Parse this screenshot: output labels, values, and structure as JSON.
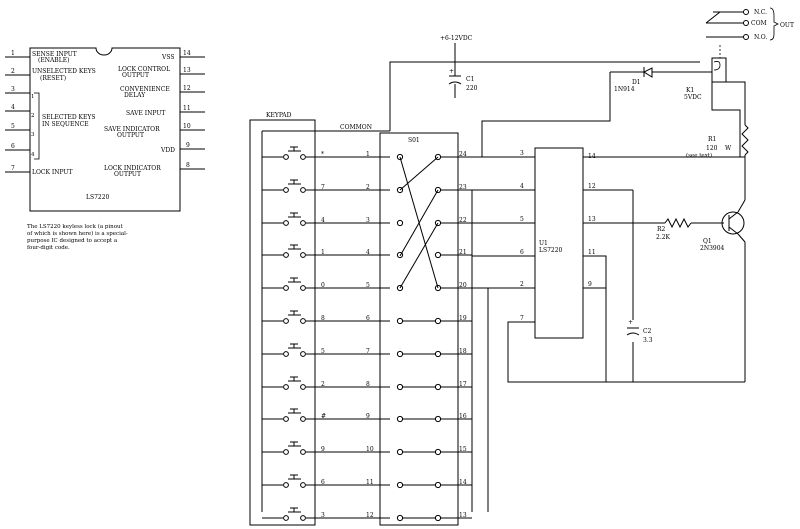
{
  "ic_pinout": {
    "notch": true,
    "part": "LS7220",
    "left_pins": [
      {
        "num": "1",
        "label": "SENSE INPUT",
        "sub": "(ENABLE)"
      },
      {
        "num": "2",
        "label": "UNSELECTED KEYS",
        "sub": "(RESET)"
      },
      {
        "num": "3",
        "label": "",
        "sub": ""
      },
      {
        "num": "4",
        "label": "",
        "sub": ""
      },
      {
        "num": "5",
        "label": "",
        "sub": ""
      },
      {
        "num": "6",
        "label": "",
        "sub": ""
      },
      {
        "num": "7",
        "label": "LOCK INPUT",
        "sub": ""
      }
    ],
    "selected_keys_label": "SELECTED KEYS",
    "selected_keys_sub": "IN SEQUENCE",
    "bracket_nums": [
      "1",
      "2",
      "3",
      "4"
    ],
    "right_pins": [
      {
        "num": "14",
        "label": "VSS",
        "sub": ""
      },
      {
        "num": "13",
        "label": "LOCK CONTROL",
        "sub": "OUTPUT"
      },
      {
        "num": "12",
        "label": "CONVENIENCE",
        "sub": "DELAY"
      },
      {
        "num": "11",
        "label": "SAVE INPUT",
        "sub": ""
      },
      {
        "num": "10",
        "label": "SAVE INDICATOR",
        "sub": "OUTPUT"
      },
      {
        "num": "9",
        "label": "VDD",
        "sub": ""
      },
      {
        "num": "8",
        "label": "LOCK INDICATOR",
        "sub": "OUTPUT"
      }
    ]
  },
  "caption": [
    "The LS7220 keyless lock (a pinout",
    "of which is shown here) is a special-",
    "purpose IC designed to accept a",
    "four-digit code."
  ],
  "keypad": {
    "title": "KEYPAD",
    "common_label": "COMMON",
    "keys": [
      "*",
      "7",
      "4",
      "1",
      "0",
      "8",
      "5",
      "2",
      "#",
      "9",
      "6",
      "3"
    ]
  },
  "switch": {
    "title": "S01",
    "left_pins": [
      "1",
      "2",
      "3",
      "4",
      "5",
      "6",
      "7",
      "8",
      "9",
      "10",
      "11",
      "12"
    ],
    "right_pins": [
      "24",
      "23",
      "22",
      "21",
      "20",
      "19",
      "18",
      "17",
      "16",
      "15",
      "14",
      "13"
    ]
  },
  "u1": {
    "ref": "U1",
    "part": "LS7220",
    "left_pins": [
      "3",
      "4",
      "5",
      "6",
      "2",
      "7"
    ],
    "right_pins": [
      "14",
      "12",
      "13",
      "11",
      "9"
    ]
  },
  "supply": {
    "label": "+6-12VDC"
  },
  "c1": {
    "ref": "C1",
    "value": "220"
  },
  "c2": {
    "ref": "C2",
    "value": "3.3"
  },
  "d1": {
    "ref": "D1",
    "part": "1N914"
  },
  "k1": {
    "ref": "K1",
    "value": "5VDC"
  },
  "r1": {
    "ref": "R1",
    "value": "120",
    "unit": "W",
    "note": "(see text)"
  },
  "r2": {
    "ref": "R2",
    "value": "2.2K"
  },
  "q1": {
    "ref": "Q1",
    "part": "2N3904"
  },
  "relay_out": {
    "nc": "N.C.",
    "com": "COM",
    "no": "N.O.",
    "out": "OUT"
  }
}
